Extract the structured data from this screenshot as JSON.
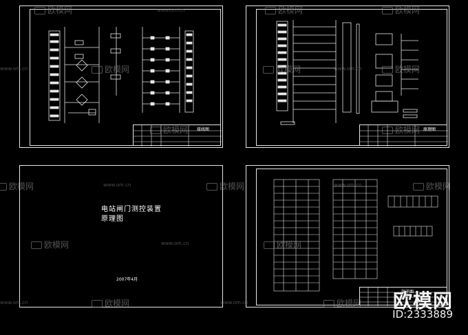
{
  "sheets": {
    "top_left": {
      "caption": "接线图"
    },
    "top_right": {
      "caption": "原理图"
    },
    "bottom_left": {
      "title_line1": "电站闸门测控装置",
      "title_line2": "原理图",
      "footer": "2007年4月"
    },
    "bottom_right": {
      "caption": "端子图"
    }
  },
  "watermark": {
    "brand": "欧模网",
    "url": "www.om.cn"
  },
  "brand_badge": {
    "name": "欧模网",
    "id": "ID:2333889"
  },
  "colors": {
    "background": "#000000",
    "lines": "#e8e8e8"
  }
}
